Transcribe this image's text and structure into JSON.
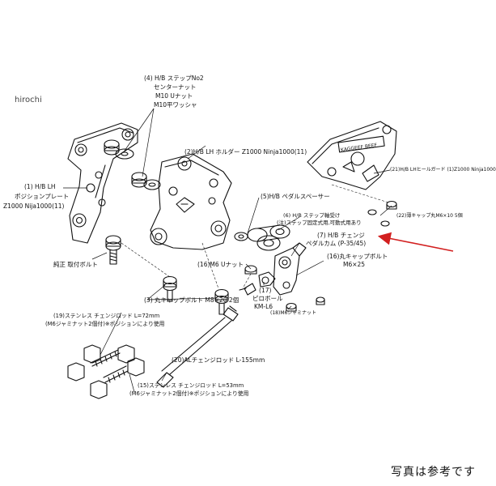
{
  "watermark": "hirochi",
  "footer_note": "写真は参考です",
  "stamped_plate_text": "KAGGEEF BEEF",
  "labels": {
    "p4_l1": "(4) H/B ステップNo2",
    "p4_l2": "センターナット",
    "p4_l3": "M10 Uナット",
    "p4_l4": "M10平ワッシャ",
    "p1_l1": "(1) H/B LH",
    "p1_l2": "ポジションプレート",
    "p1_l3": "Z1000 Nija1000(11)",
    "p2": "(2)H/B LH ホルダー Z1000 Ninja1000(11)",
    "p21": "(21)H/B LHヒールガード (1)Z1000 Ninja1000",
    "p22": "(22)薄キャップ丸M6×10 5個",
    "p5": "(5)H/B ペダルスペーサー",
    "p6_l1": "(6) H/B ステップ軸受け",
    "p6_l2": "(注)ステップ固定式用,可動式用あり",
    "p7_l1": "(7) H/B チェンジ",
    "p7_l2": "ペダルカム (P-35/45)",
    "p16_l1": "(16)丸キャップボルト",
    "p16_l2": "M6×25",
    "p16b": "(16)M6 Uナット",
    "p17_l1": "(17)",
    "p17_l2": "ピロボール",
    "p17_l3": "KM-L6",
    "p18": "(18)M6ジャミナット",
    "genuine": "純正 取付ボルト",
    "p3": "(3) 丸キャップボルト M8×20 2個",
    "p19_l1": "(19)ステンレス チェンジロッド L=72mm",
    "p19_l2": "(M6ジャミナット2個付)※ポジションにより使用",
    "p20": "(20)ALチェンジロッド L-155mm",
    "p15_l1": "(15)ステンレス チェンジロッド L=53mm",
    "p15_l2": "(M6ジャミナット2個付)※ポジションにより使用"
  },
  "colors": {
    "line": "#111111",
    "arrow": "#d21f1f",
    "background": "#ffffff"
  },
  "arrow_target": "(7) H/B チェンジ ペダルカム (P-35/45)"
}
